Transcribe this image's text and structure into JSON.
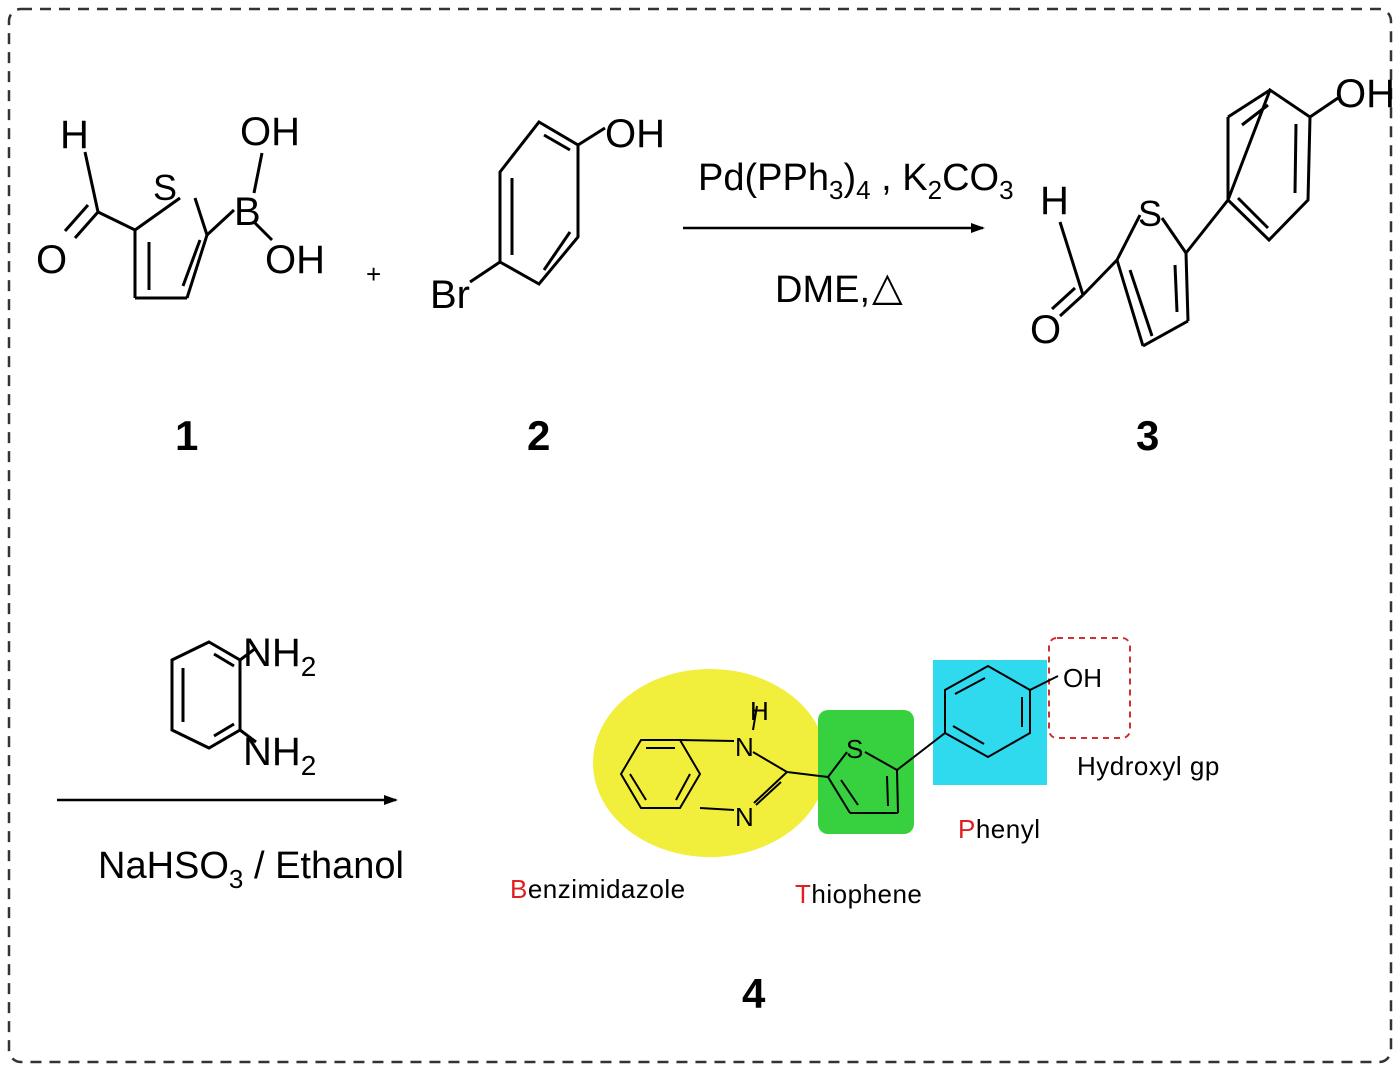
{
  "colors": {
    "frame": "#333333",
    "benzimidazole_highlight": "#f2ee3c",
    "thiophene_highlight": "#37d13f",
    "phenyl_highlight": "#2fd9ee",
    "hydroxyl_box": "#d03030",
    "label_initial": "#e02020"
  },
  "atoms": {
    "H": "H",
    "O": "O",
    "S": "S",
    "B": "B",
    "OH": "OH",
    "Br": "Br",
    "N": "N",
    "NH": "NH",
    "NH2_main": "NH",
    "NH2_sub": "2"
  },
  "symbols": {
    "plus": "+",
    "delta": "△"
  },
  "compounds": {
    "c1": "1",
    "c2": "2",
    "c3": "3",
    "c4": "4"
  },
  "reaction1": {
    "reagent_pd": "Pd(PPh",
    "reagent_pd_sub3": "3",
    "reagent_pd_close": ")",
    "reagent_pd_sub4": "4",
    "separator": " , ",
    "reagent_k": "K",
    "reagent_k_sub2": "2",
    "reagent_co": "CO",
    "reagent_co_sub3": "3",
    "solvent": "DME,"
  },
  "reaction2": {
    "reagent_na": "NaHSO",
    "reagent_na_sub3": "3",
    "reagent_rest": " / Ethanol"
  },
  "labels": {
    "benzimidazole_initial": "B",
    "benzimidazole_rest": "enzimidazole",
    "thiophene_initial": "T",
    "thiophene_rest": "hiophene",
    "phenyl_initial": "P",
    "phenyl_rest": "henyl",
    "hydroxyl": "Hydroxyl gp"
  }
}
